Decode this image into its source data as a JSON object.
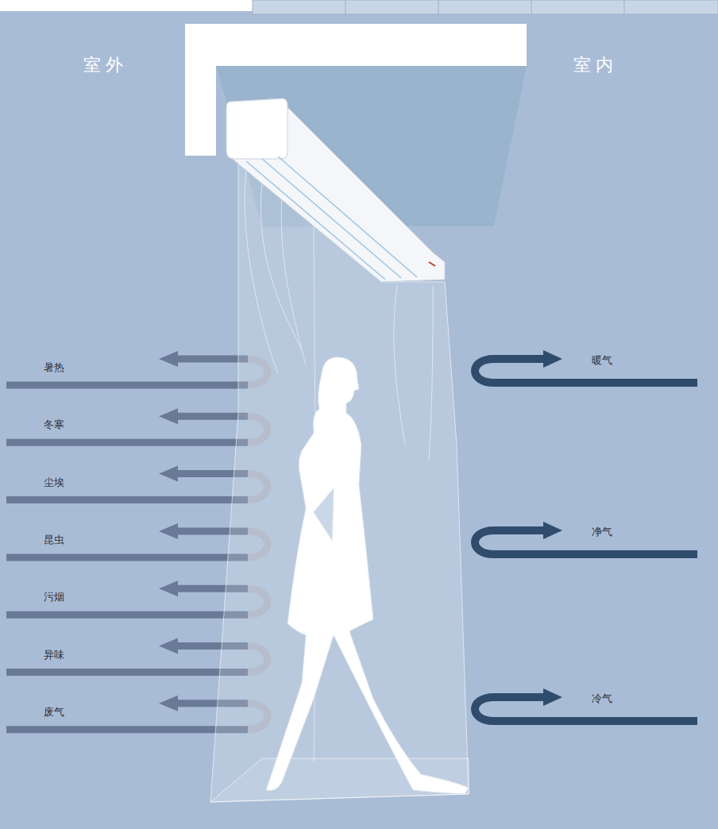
{
  "diagram": {
    "labels": [
      "室外",
      "室内",
      "暑热",
      "冬寒",
      "尘埃",
      "昆虫",
      "污烟",
      "异味",
      "废气",
      "暖气",
      "净气",
      "冷气"
    ]
  }
}
